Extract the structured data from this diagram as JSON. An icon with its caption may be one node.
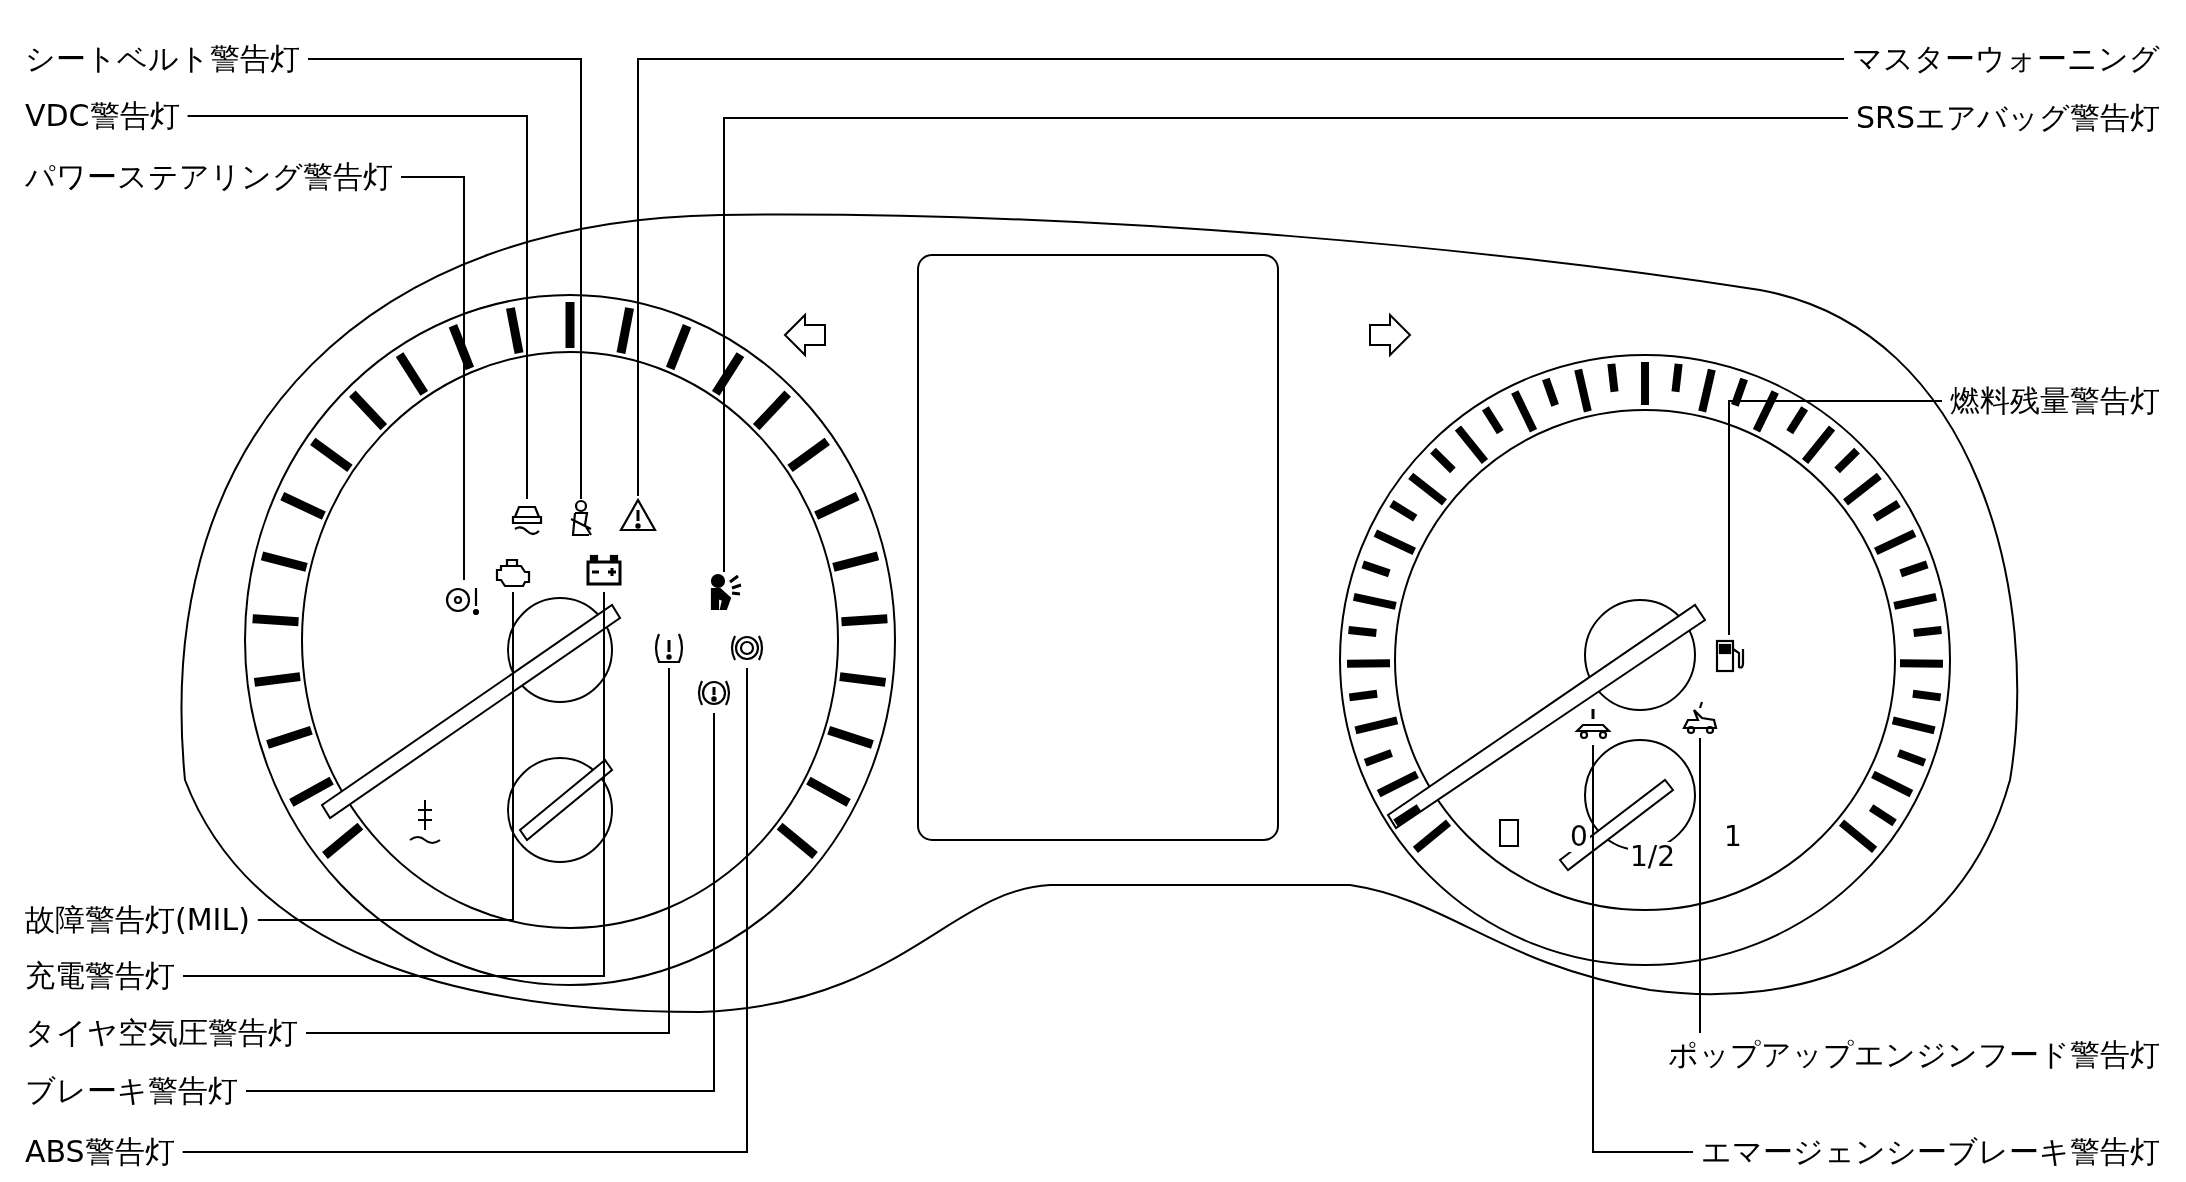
{
  "diagram": {
    "nodes": [
      {
        "text": [
          "シートベルト警告灯"
        ]
      },
      {
        "text": [],
        "shape": "picture"
      },
      {
        "text": [
          "VDC警告灯"
        ]
      },
      {
        "text": [],
        "shape": "picture"
      },
      {
        "text": [
          "パワーステアリング警告灯"
        ]
      },
      {
        "text": [],
        "shape": "picture"
      },
      {
        "text": [
          "マスターウォーニング"
        ]
      },
      {
        "text": [],
        "shape": "picture"
      },
      {
        "text": [
          "SRSエアバッグ警告灯"
        ]
      },
      {
        "text": [],
        "shape": "picture"
      },
      {
        "text": [
          "燃料残量警告灯"
        ]
      },
      {
        "text": [],
        "shape": "picture"
      },
      {
        "text": [
          "故障警告灯(MIL)"
        ]
      },
      {
        "text": [],
        "shape": "picture"
      },
      {
        "text": [
          "充電警告灯"
        ]
      },
      {
        "text": [],
        "shape": "picture"
      },
      {
        "text": [
          "タイヤ空気圧警告灯"
        ]
      },
      {
        "text": [],
        "shape": "picture"
      },
      {
        "text": [
          "ブレーキ警告灯"
        ]
      },
      {
        "text": [],
        "shape": "picture"
      },
      {
        "text": [
          "ABS警告灯"
        ]
      },
      {
        "text": [],
        "shape": "picture"
      },
      {
        "text": [
          "ポップアップエンジンフード警告灯"
        ]
      },
      {
        "text": [],
        "shape": "picture"
      },
      {
        "text": [
          "エマージェンシーブレーキ警告灯"
        ]
      },
      {
        "text": [],
        "shape": "picture"
      }
    ],
    "edges": [
      {
        "from": 0,
        "to": 1,
        "arrow": "none"
      },
      {
        "from": 2,
        "to": 3,
        "arrow": "none"
      },
      {
        "from": 4,
        "to": 5,
        "arrow": "none"
      },
      {
        "from": 6,
        "to": 7,
        "arrow": "none"
      },
      {
        "from": 8,
        "to": 9,
        "arrow": "none"
      },
      {
        "from": 10,
        "to": 11,
        "arrow": "none"
      },
      {
        "from": 12,
        "to": 13,
        "arrow": "none"
      },
      {
        "from": 14,
        "to": 15,
        "arrow": "none"
      },
      {
        "from": 16,
        "to": 17,
        "arrow": "none"
      },
      {
        "from": 18,
        "to": 19,
        "arrow": "none"
      },
      {
        "from": 20,
        "to": 21,
        "arrow": "none"
      },
      {
        "from": 22,
        "to": 23,
        "arrow": "none"
      },
      {
        "from": 24,
        "to": 25,
        "arrow": "none"
      }
    ],
    "labels": [
      "0",
      "1/2",
      "1"
    ]
  }
}
